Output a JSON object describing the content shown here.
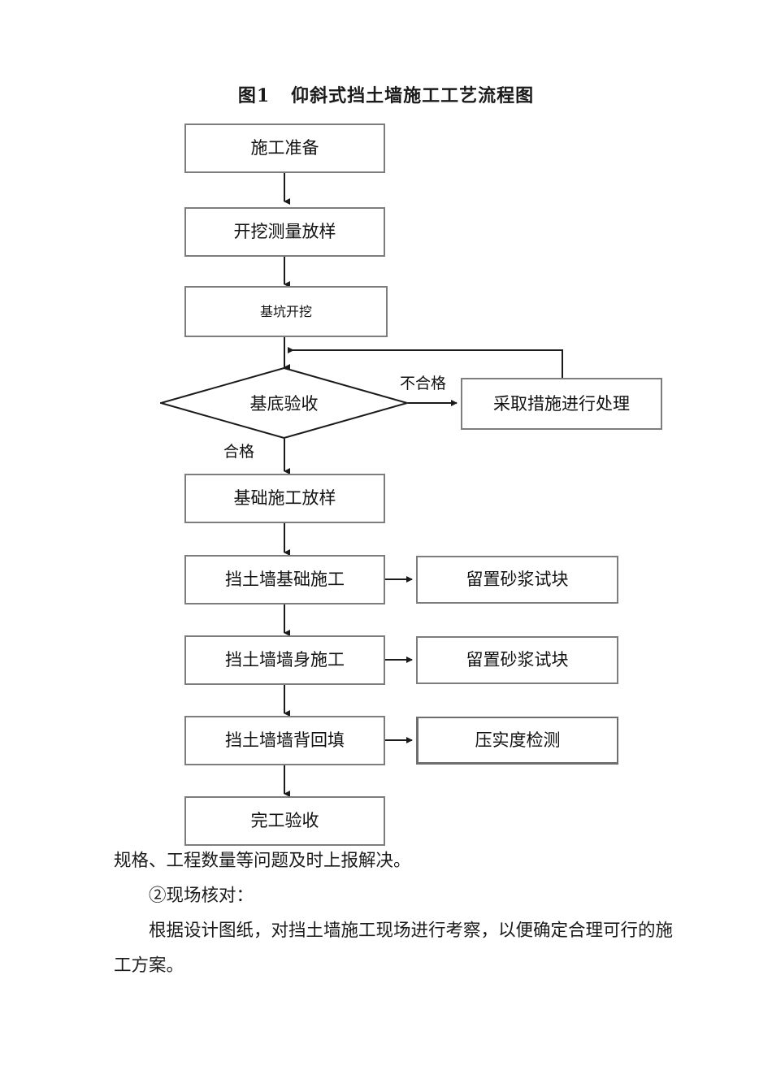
{
  "figure": {
    "title": "图1   仰斜式挡土墙施工工艺流程图"
  },
  "flowchart": {
    "nodes": [
      {
        "id": "prep",
        "label": "施工准备"
      },
      {
        "id": "survey",
        "label": "开挖测量放样"
      },
      {
        "id": "excavation",
        "label": "基坑开挖"
      },
      {
        "id": "base-inspection",
        "label": "基底验收"
      },
      {
        "id": "remediation",
        "label": "采取措施进行处理"
      },
      {
        "id": "foundation-set",
        "label": "基础施工放样"
      },
      {
        "id": "foundation-work",
        "label": "挡土墙基础施工"
      },
      {
        "id": "mortar-block-1",
        "label": "留置砂浆试块"
      },
      {
        "id": "wall-body-work",
        "label": "挡土墙墙身施工"
      },
      {
        "id": "mortar-block-2",
        "label": "留置砂浆试块"
      },
      {
        "id": "backfill",
        "label": "挡土墙墙背回填"
      },
      {
        "id": "compaction-test",
        "label": "压实度检测"
      },
      {
        "id": "final-acceptance",
        "label": "完工验收"
      }
    ],
    "edge_labels": {
      "fail": "不合格",
      "pass": "合格"
    },
    "colors": {
      "border": "#7d7d7d",
      "line": "#1a1a1a",
      "background": "#ffffff"
    }
  },
  "body": {
    "paragraphs": [
      "规格、工程数量等问题及时上报解决。",
      "　　②现场核对：",
      "　　根据设计图纸，对挡土墙施工现场进行考察，以便确定合理可行的施工方案。"
    ]
  }
}
